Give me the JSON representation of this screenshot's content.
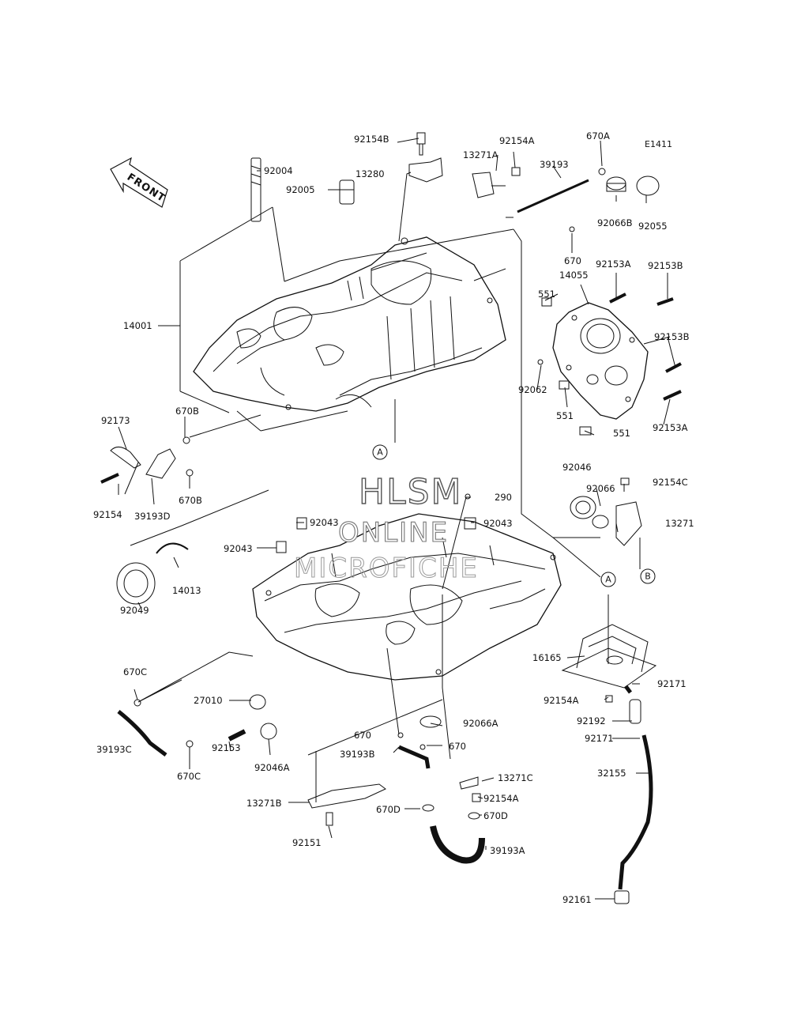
{
  "diagram_code": "E1411",
  "front_label": "FRONT",
  "watermark": {
    "line1": "HLSM",
    "line2": "ONLINE",
    "line3": "MICROFICHE"
  },
  "reference_markers": [
    "A",
    "B"
  ],
  "part_labels": [
    "92154B",
    "92154A",
    "670A",
    "13271A",
    "13280",
    "39193",
    "92004",
    "92005",
    "92055",
    "92066B",
    "670",
    "92153A",
    "92153B",
    "14055",
    "551",
    "14001",
    "92153B",
    "92062",
    "551",
    "92153A",
    "551",
    "92173",
    "670B",
    "92154",
    "39193D",
    "670B",
    "92046",
    "92066",
    "92154C",
    "290",
    "92043",
    "92043",
    "13271",
    "92043",
    "14013",
    "92049",
    "670C",
    "39193C",
    "670C",
    "27010",
    "92153",
    "92046A",
    "670",
    "39193B",
    "670",
    "92066A",
    "16165",
    "92171",
    "92154A",
    "92192",
    "92171",
    "32155",
    "13271C",
    "92154A",
    "13271B",
    "670D",
    "670D",
    "39193A",
    "92151",
    "92161"
  ]
}
